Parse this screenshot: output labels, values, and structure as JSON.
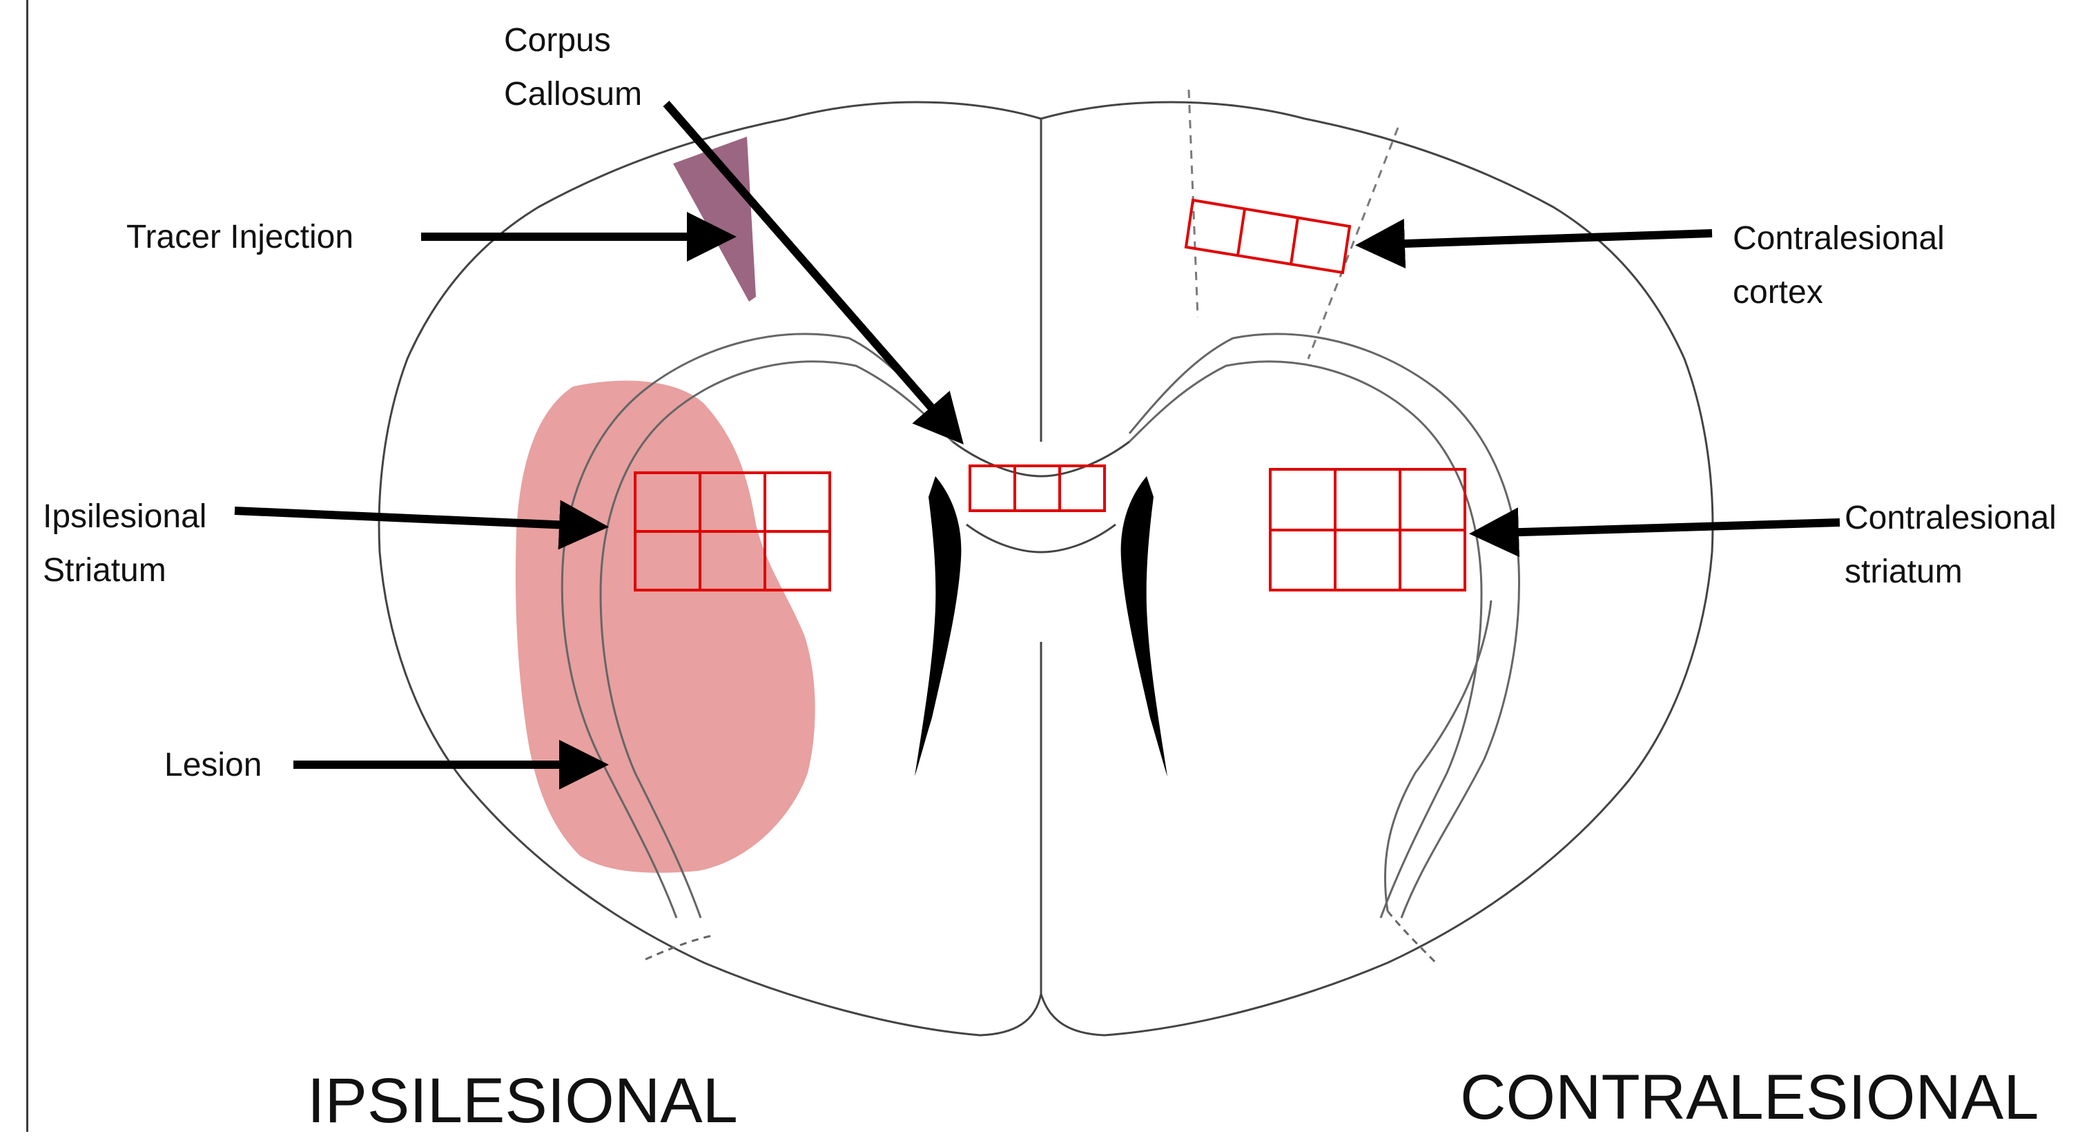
{
  "labels": {
    "corpus_callosum": [
      "Corpus",
      "Callosum"
    ],
    "tracer_injection": "Tracer Injection",
    "contralesional_cortex": [
      "Contralesional",
      "cortex"
    ],
    "ipsilesional_striatum": [
      "Ipsilesional",
      "Striatum"
    ],
    "contralesional_striatum": [
      "Contralesional",
      "striatum"
    ],
    "lesion": "Lesion"
  },
  "sides": {
    "left": "IPSILESIONAL",
    "right": "CONTRALESIONAL"
  },
  "colors": {
    "outline": "#444444",
    "arrow": "#000000",
    "grid": "#e00000",
    "lesion": "#e8a0a0",
    "tracer": "#9b6681",
    "dashed": "#7a7a7a"
  }
}
